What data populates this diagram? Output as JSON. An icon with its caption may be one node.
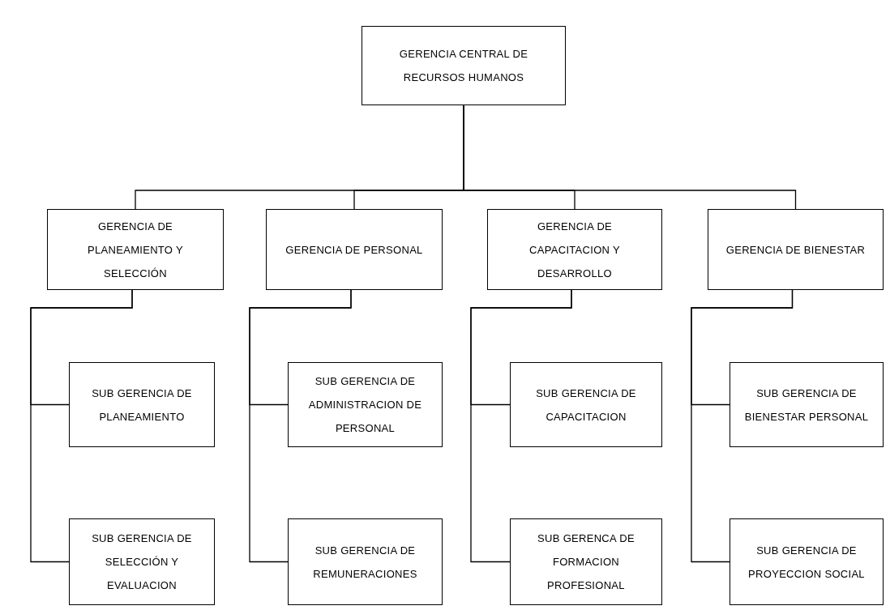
{
  "diagram": {
    "nodes": [
      {
        "text": [
          "GERENCIA CENTRAL DE RECURSOS HUMANOS"
        ]
      },
      {
        "text": [
          "GERENCIA DE PLANEAMIENTO Y SELECCIÓN"
        ]
      },
      {
        "text": [
          "GERENCIA DE PERSONAL"
        ]
      },
      {
        "text": [
          "GERENCIA DE CAPACITACION Y DESARROLLO"
        ]
      },
      {
        "text": [
          "GERENCIA DE BIENESTAR"
        ]
      },
      {
        "text": [
          "SUB GERENCIA DE PLANEAMIENTO"
        ]
      },
      {
        "text": [
          "SUB GERENCIA DE SELECCIÓN Y EVALUACION"
        ]
      },
      {
        "text": [
          "SUB GERENCIA DE ADMINISTRACION DE PERSONAL"
        ]
      },
      {
        "text": [
          "SUB GERENCIA DE REMUNERACIONES"
        ]
      },
      {
        "text": [
          "SUB GERENCIA DE CAPACITACION"
        ]
      },
      {
        "text": [
          "SUB GERENCA DE FORMACION PROFESIONAL"
        ]
      },
      {
        "text": [
          "SUB GERENCIA DE BIENESTAR PERSONAL"
        ]
      },
      {
        "text": [
          "SUB GERENCIA DE PROYECCION SOCIAL"
        ]
      }
    ],
    "edges": [
      {
        "from": 0,
        "to": 1,
        "arrow": "none"
      },
      {
        "from": 0,
        "to": 2,
        "arrow": "none"
      },
      {
        "from": 0,
        "to": 3,
        "arrow": "none"
      },
      {
        "from": 0,
        "to": 4,
        "arrow": "none"
      },
      {
        "from": 1,
        "to": 5,
        "arrow": "none"
      },
      {
        "from": 1,
        "to": 6,
        "arrow": "none"
      },
      {
        "from": 2,
        "to": 7,
        "arrow": "none"
      },
      {
        "from": 2,
        "to": 8,
        "arrow": "none"
      },
      {
        "from": 3,
        "to": 9,
        "arrow": "none"
      },
      {
        "from": 3,
        "to": 10,
        "arrow": "none"
      },
      {
        "from": 4,
        "to": 11,
        "arrow": "none"
      },
      {
        "from": 4,
        "to": 12,
        "arrow": "none"
      }
    ]
  }
}
